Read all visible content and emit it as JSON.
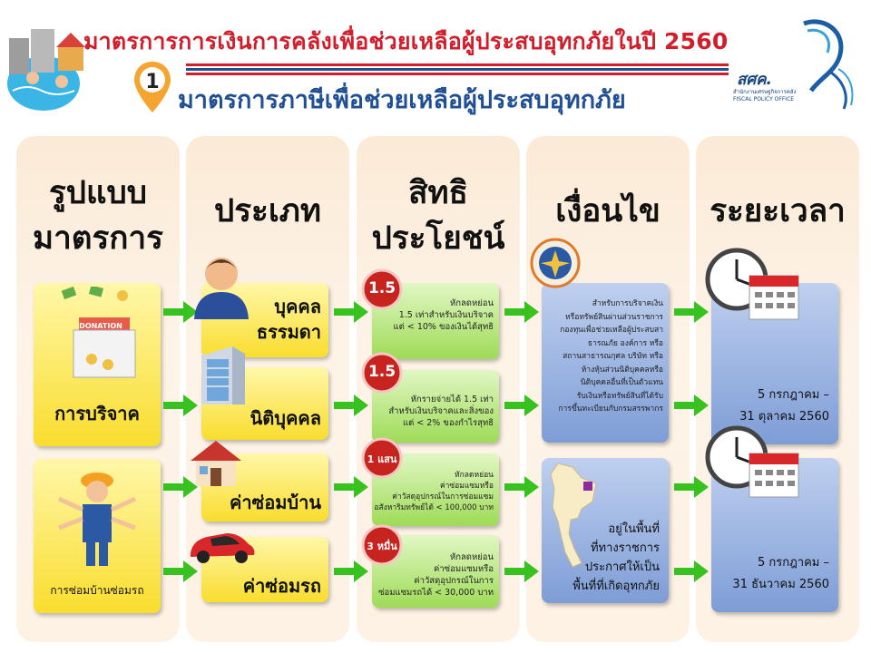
{
  "header": {
    "title": "มาตรการการเงินการคลังเพื่อช่วยเหลือผู้ประสบอุทกภัยในปี 2560",
    "step_number": "1",
    "subtitle": "มาตรการภาษีเพื่อช่วยเหลือผู้ประสบอุทกภัย",
    "logo_text": "สศค.",
    "logo_sub": "สำนักงานเศรษฐกิจการคลัง",
    "logo_sub_en": "FISCAL POLICY OFFICE"
  },
  "columns": {
    "form": {
      "head_line1": "รูปแบบ",
      "head_line2": "มาตรการ"
    },
    "type": {
      "head": "ประเภท"
    },
    "benefit": {
      "head_line1": "สิทธิ",
      "head_line2": "ประโยชน์"
    },
    "condition": {
      "head": "เงื่อนไข"
    },
    "period": {
      "head": "ระยะเวลา"
    }
  },
  "forms": {
    "donation_sign": "DONATION",
    "donation_label": "การบริจาค",
    "repair_label": "การซ่อมบ้านซ่อมรถ"
  },
  "types": {
    "person_line1": "บุคคล",
    "person_line2": "ธรรมดา",
    "juristic": "นิติบุคคล",
    "house_repair": "ค่าซ่อมบ้าน",
    "car_repair": "ค่าซ่อมรถ"
  },
  "benefits": [
    {
      "badge": "1.5",
      "line1": "หักลดหย่อน",
      "line2": "1.5 เท่าสำหรับเงินบริจาค",
      "line3": "แต่ < 10% ของเงินได้สุทธิ"
    },
    {
      "badge": "1.5",
      "line1": "หักรายจ่ายได้ 1.5 เท่า",
      "line2": "สำหรับเงินบริจาคและสิ่งของ",
      "line3": "แต่ < 2% ของกำไรสุทธิ"
    },
    {
      "badge": "1 แสน",
      "line1": "หักลดหย่อน",
      "line2": "ค่าซ่อมแซมหรือ",
      "line3": "ค่าวัสดุอุปกรณ์ในการซ่อมแซม",
      "line4": "อสังหาริมทรัพย์ได้  < 100,000 บาท"
    },
    {
      "badge": "3 หมื่น",
      "line1": "หักลดหย่อน",
      "line2": "ค่าซ่อมแซมหรือ",
      "line3": "ค่าวัสดุอุปกรณ์ในการ",
      "line4": "ซ่อมแซมรถได้  < 30,000 บาท"
    }
  ],
  "conditions": {
    "donation_lines": [
      "สำหรับการบริจาคเงิน",
      "หรือทรัพย์สินผ่านส่วนราชการ",
      "กองทุนเพื่อช่วยเหลือผู้ประสบสา",
      "ธารณภัย องค์การ หรือ",
      "สถานสาธารณกุศล บริษัท หรือ",
      "ห้างหุ้นส่วนนิติบุคคลหรือ",
      "นิติบุคคลอื่นที่เป็นตัวแทน",
      "รับเงินหรือทรัพย์สินที่ได้รับ",
      "การขึ้นทะเบียนกับกรมสรรพากร"
    ],
    "area_lines": [
      "อยู่ในพื้นที่",
      "ที่ทางราชการ",
      "ประกาศให้เป็น",
      "พื้นที่ที่เกิดอุทกภัย"
    ]
  },
  "periods": {
    "donation_line1": "5 กรกฎาคม  –",
    "donation_line2": "31 ตุลาคม 2560",
    "repair_line1": "5 กรกฎาคม  –",
    "repair_line2": "31 ธันวาคม 2560"
  },
  "colors": {
    "title_red": "#d21e2b",
    "subtitle_blue": "#1f4f94",
    "arrow_green": "#37c21f",
    "badge_red": "#c8241f"
  }
}
